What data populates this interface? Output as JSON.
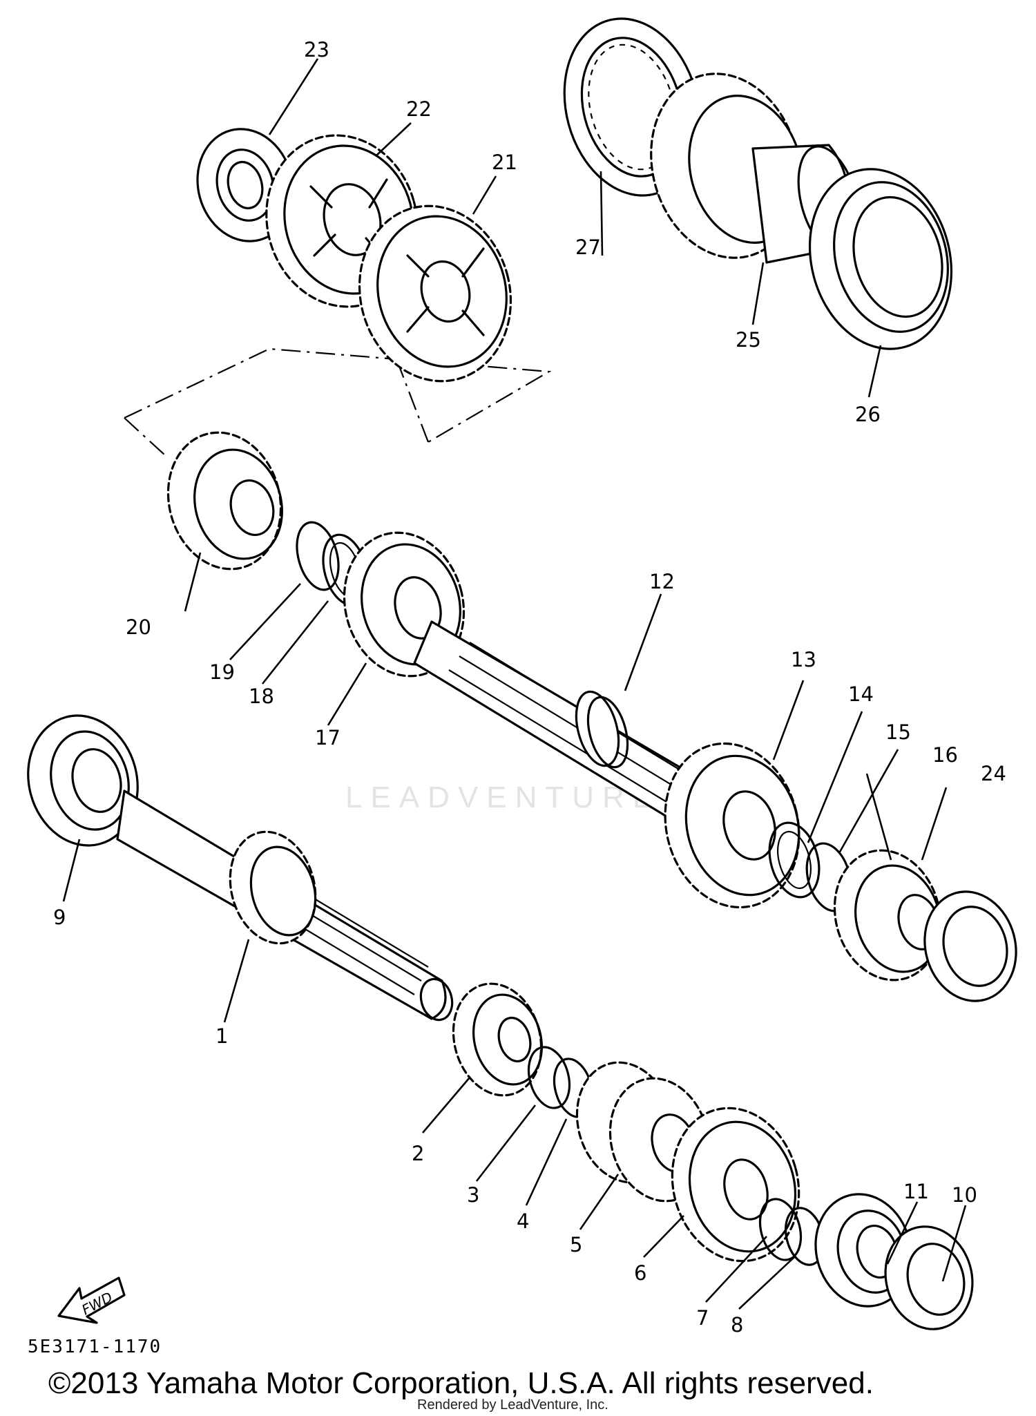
{
  "diagram": {
    "parts": [
      {
        "num": "1"
      },
      {
        "num": "2"
      },
      {
        "num": "3"
      },
      {
        "num": "4"
      },
      {
        "num": "5"
      },
      {
        "num": "6"
      },
      {
        "num": "7"
      },
      {
        "num": "8"
      },
      {
        "num": "9"
      },
      {
        "num": "10"
      },
      {
        "num": "11"
      },
      {
        "num": "12"
      },
      {
        "num": "13"
      },
      {
        "num": "14"
      },
      {
        "num": "15"
      },
      {
        "num": "16"
      },
      {
        "num": "17"
      },
      {
        "num": "18"
      },
      {
        "num": "19"
      },
      {
        "num": "20"
      },
      {
        "num": "21"
      },
      {
        "num": "22"
      },
      {
        "num": "23"
      },
      {
        "num": "24"
      },
      {
        "num": "25"
      },
      {
        "num": "26"
      },
      {
        "num": "27"
      }
    ],
    "fwd_label": "FWD",
    "ref_code": "5E3171-1170"
  },
  "footer": {
    "copyright": "©2013 Yamaha Motor Corporation, U.S.A. All rights reserved.",
    "rendered_by": "Rendered by LeadVenture, Inc."
  },
  "watermark": "LEADVENTURE"
}
